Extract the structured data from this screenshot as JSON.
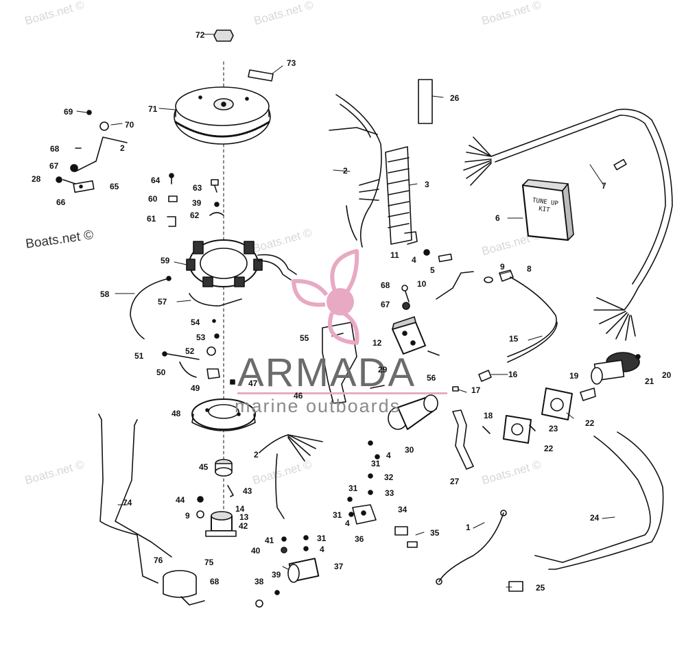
{
  "watermarks": {
    "corner": "Boats.net ©",
    "side": "Boats.net ©"
  },
  "brand": {
    "name": "ARMADA",
    "tagline": "marine outboards",
    "accent_color": "#e8a9c3",
    "text_color": "#6b6b6b"
  },
  "kit_label": "TUNE UP KIT",
  "callouts": [
    {
      "id": "c72",
      "label": "72"
    },
    {
      "id": "c73",
      "label": "73"
    },
    {
      "id": "c71",
      "label": "71"
    },
    {
      "id": "c26",
      "label": "26"
    },
    {
      "id": "c69",
      "label": "69"
    },
    {
      "id": "c70",
      "label": "70"
    },
    {
      "id": "c68a",
      "label": "68"
    },
    {
      "id": "c2a",
      "label": "2"
    },
    {
      "id": "c67a",
      "label": "67"
    },
    {
      "id": "c28",
      "label": "28"
    },
    {
      "id": "c65",
      "label": "65"
    },
    {
      "id": "c66",
      "label": "66"
    },
    {
      "id": "c2b",
      "label": "2"
    },
    {
      "id": "c3",
      "label": "3"
    },
    {
      "id": "c7",
      "label": "7"
    },
    {
      "id": "c6",
      "label": "6"
    },
    {
      "id": "c64",
      "label": "64"
    },
    {
      "id": "c63",
      "label": "63"
    },
    {
      "id": "c60",
      "label": "60"
    },
    {
      "id": "c39a",
      "label": "39"
    },
    {
      "id": "c62",
      "label": "62"
    },
    {
      "id": "c61",
      "label": "61"
    },
    {
      "id": "c11",
      "label": "11"
    },
    {
      "id": "c4a",
      "label": "4"
    },
    {
      "id": "c5",
      "label": "5"
    },
    {
      "id": "c59",
      "label": "59"
    },
    {
      "id": "c9a",
      "label": "9"
    },
    {
      "id": "c8",
      "label": "8"
    },
    {
      "id": "c10",
      "label": "10"
    },
    {
      "id": "c68b",
      "label": "68"
    },
    {
      "id": "c58",
      "label": "58"
    },
    {
      "id": "c57",
      "label": "57"
    },
    {
      "id": "c67b",
      "label": "67"
    },
    {
      "id": "c54",
      "label": "54"
    },
    {
      "id": "c53",
      "label": "53"
    },
    {
      "id": "c55",
      "label": "55"
    },
    {
      "id": "c12",
      "label": "12"
    },
    {
      "id": "c15",
      "label": "15"
    },
    {
      "id": "c52",
      "label": "52"
    },
    {
      "id": "c51",
      "label": "51"
    },
    {
      "id": "c50",
      "label": "50"
    },
    {
      "id": "c29",
      "label": "29"
    },
    {
      "id": "c56",
      "label": "56"
    },
    {
      "id": "c16",
      "label": "16"
    },
    {
      "id": "c20",
      "label": "20"
    },
    {
      "id": "c19",
      "label": "19"
    },
    {
      "id": "c21",
      "label": "21"
    },
    {
      "id": "c47",
      "label": "47"
    },
    {
      "id": "c49",
      "label": "49"
    },
    {
      "id": "c46",
      "label": "46"
    },
    {
      "id": "c17",
      "label": "17"
    },
    {
      "id": "c48",
      "label": "48"
    },
    {
      "id": "c18",
      "label": "18"
    },
    {
      "id": "c23",
      "label": "23"
    },
    {
      "id": "c22a",
      "label": "22"
    },
    {
      "id": "c22b",
      "label": "22"
    },
    {
      "id": "c2c",
      "label": "2"
    },
    {
      "id": "c4b",
      "label": "4"
    },
    {
      "id": "c31a",
      "label": "31"
    },
    {
      "id": "c30",
      "label": "30"
    },
    {
      "id": "c27",
      "label": "27"
    },
    {
      "id": "c45",
      "label": "45"
    },
    {
      "id": "c43",
      "label": "43"
    },
    {
      "id": "c32",
      "label": "32"
    },
    {
      "id": "c31b",
      "label": "31"
    },
    {
      "id": "c33",
      "label": "33"
    },
    {
      "id": "c74",
      "label": "74"
    },
    {
      "id": "c44",
      "label": "44"
    },
    {
      "id": "c14",
      "label": "14"
    },
    {
      "id": "c13",
      "label": "13"
    },
    {
      "id": "c9b",
      "label": "9"
    },
    {
      "id": "c42",
      "label": "42"
    },
    {
      "id": "c31c",
      "label": "31"
    },
    {
      "id": "c4c",
      "label": "4"
    },
    {
      "id": "c34",
      "label": "34"
    },
    {
      "id": "c24",
      "label": "24"
    },
    {
      "id": "c1",
      "label": "1"
    },
    {
      "id": "c35",
      "label": "35"
    },
    {
      "id": "c36",
      "label": "36"
    },
    {
      "id": "c41",
      "label": "41"
    },
    {
      "id": "c31d",
      "label": "31"
    },
    {
      "id": "c40",
      "label": "40"
    },
    {
      "id": "c4d",
      "label": "4"
    },
    {
      "id": "c76",
      "label": "76"
    },
    {
      "id": "c75",
      "label": "75"
    },
    {
      "id": "c37",
      "label": "37"
    },
    {
      "id": "c68c",
      "label": "68"
    },
    {
      "id": "c39b",
      "label": "39"
    },
    {
      "id": "c38",
      "label": "38"
    },
    {
      "id": "c25",
      "label": "25"
    }
  ]
}
